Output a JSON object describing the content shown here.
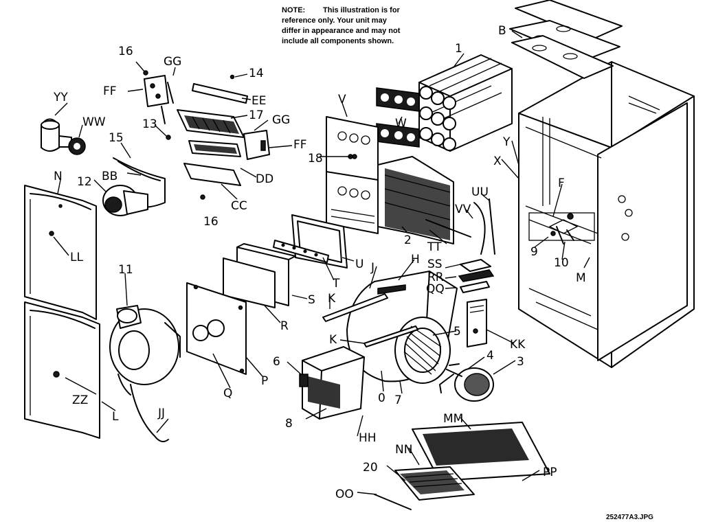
{
  "note": {
    "line1_heading": "NOTE:",
    "line1_text": "This illustration is for",
    "line2": "reference only.  Your unit may",
    "line3": "differ in appearance and may not",
    "line4": "include all components shown."
  },
  "file_id": "252477A3.JPG",
  "labels": {
    "l_16a": "16",
    "l_gga": "GG",
    "l_14": "14",
    "l_yy": "YY",
    "l_ff_a": "FF",
    "l_ee": "EE",
    "l_ww": "WW",
    "l_17": "17",
    "l_ggb": "GG",
    "l_13": "13",
    "l_ff_b": "FF",
    "l_15": "15",
    "l_bb": "BB",
    "l_dd": "DD",
    "l_12": "12",
    "l_n": "N",
    "l_cc": "CC",
    "l_16b": "16",
    "l_ll": "LL",
    "l_v": "V",
    "l_w": "W",
    "l_18": "18",
    "l_1": "1",
    "l_b": "B",
    "l_y": "Y",
    "l_x": "X",
    "l_uu": "UU",
    "l_f": "F",
    "l_vv": "VV",
    "l_2": "2",
    "l_tt": "TT",
    "l_9": "9",
    "l_10": "10",
    "l_m": "M",
    "l_u": "U",
    "l_h": "H",
    "l_j": "J",
    "l_ss": "SS",
    "l_rr": "RR",
    "l_qq": "QQ",
    "l_11": "11",
    "l_s": "S",
    "l_t": "T",
    "l_k_a": "K",
    "l_r": "R",
    "l_k_b": "K",
    "l_5": "5",
    "l_kk": "KK",
    "l_4": "4",
    "l_6": "6",
    "l_3": "3",
    "l_0": "0",
    "l_7": "7",
    "l_q": "Q",
    "l_p": "P",
    "l_zz": "ZZ",
    "l_l": "L",
    "l_jj": "JJ",
    "l_8": "8",
    "l_hh": "HH",
    "l_mm": "MM",
    "l_nn": "NN",
    "l_20": "20",
    "l_pp": "PP",
    "l_oo": "OO"
  }
}
